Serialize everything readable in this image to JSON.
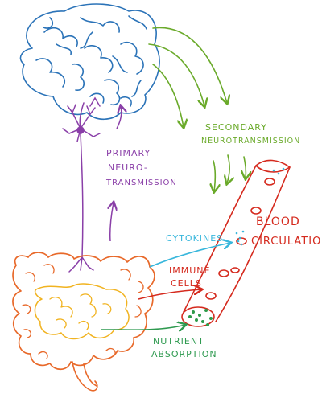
{
  "labels": {
    "secondary_line1": "SECONDARY",
    "secondary_line2": "NEUROTRANSMISSION",
    "primary_line1": "PRIMARY",
    "primary_line2": "NEURO-",
    "primary_line3": "TRANSMISSION",
    "blood_line1": "BLOOD",
    "blood_line2": "CIRCULATION",
    "cytokines": "CYTOKINES",
    "immune_line1": "IMMUNE",
    "immune_line2": "CELLS",
    "nutrient_line1": "NUTRIENT",
    "nutrient_line2": "ABSORPTION"
  },
  "colors": {
    "brain": "#2b73b8",
    "neuron": "#8a3fa8",
    "green": "#6aaa2a",
    "red": "#d52a1e",
    "cyan": "#39b7dc",
    "gut_outer": "#e8692a",
    "gut_inner": "#f1b320",
    "nutrient_green": "#2f9a50",
    "cell_dots": "#2e9a4a"
  }
}
